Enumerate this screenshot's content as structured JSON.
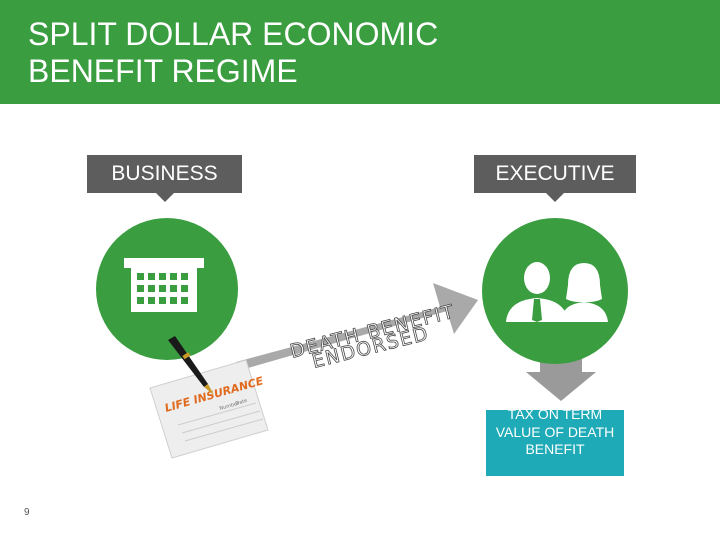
{
  "slide": {
    "title_line1": "SPLIT DOLLAR ECONOMIC",
    "title_line2": "BENEFIT REGIME",
    "page_number": "9"
  },
  "labels": {
    "business": "BUSINESS",
    "executive": "EXECUTIVE"
  },
  "arrow_text": {
    "line1": "DEATH BENEFIT",
    "line2": "ENDORSED"
  },
  "document": {
    "title": "LIFE INSURANCE",
    "field1": "Number",
    "field2": "Date"
  },
  "tax_box": {
    "text": "TAX ON TERM VALUE OF DEATH BENEFIT"
  },
  "icons": {
    "business": "office-building-icon",
    "executive": "people-icon",
    "document": "pen-on-policy-icon"
  },
  "colors": {
    "header": "#3a9d40",
    "circle": "#3a9d40",
    "label_box": "#5d5d5d",
    "arrow": "#9a9a9a",
    "tax_box": "#1eaab7"
  }
}
